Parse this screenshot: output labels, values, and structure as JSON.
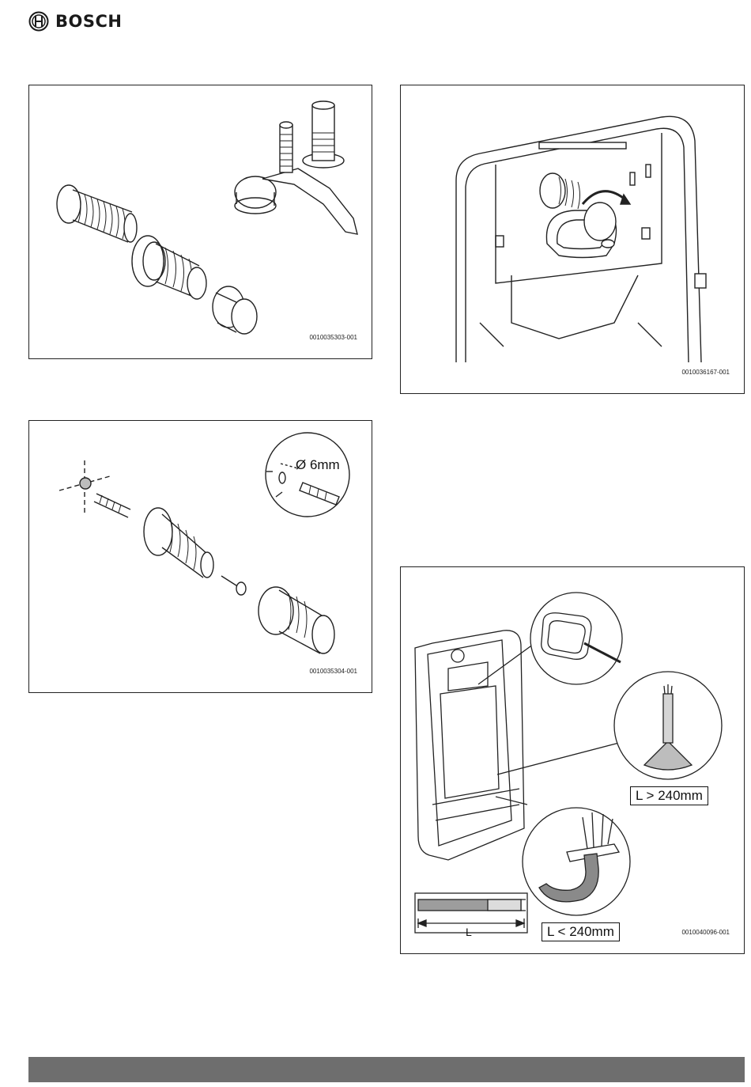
{
  "header": {
    "brand": "BOSCH"
  },
  "figures": [
    {
      "id": "0010035303-001"
    },
    {
      "id": "0010036167-001"
    },
    {
      "id": "0010035304-001",
      "label": "Ø 6mm"
    },
    {
      "id": "0010040096-001",
      "labels": {
        "long": "L > 240mm",
        "short": "L < 240mm",
        "length": "L"
      }
    }
  ]
}
